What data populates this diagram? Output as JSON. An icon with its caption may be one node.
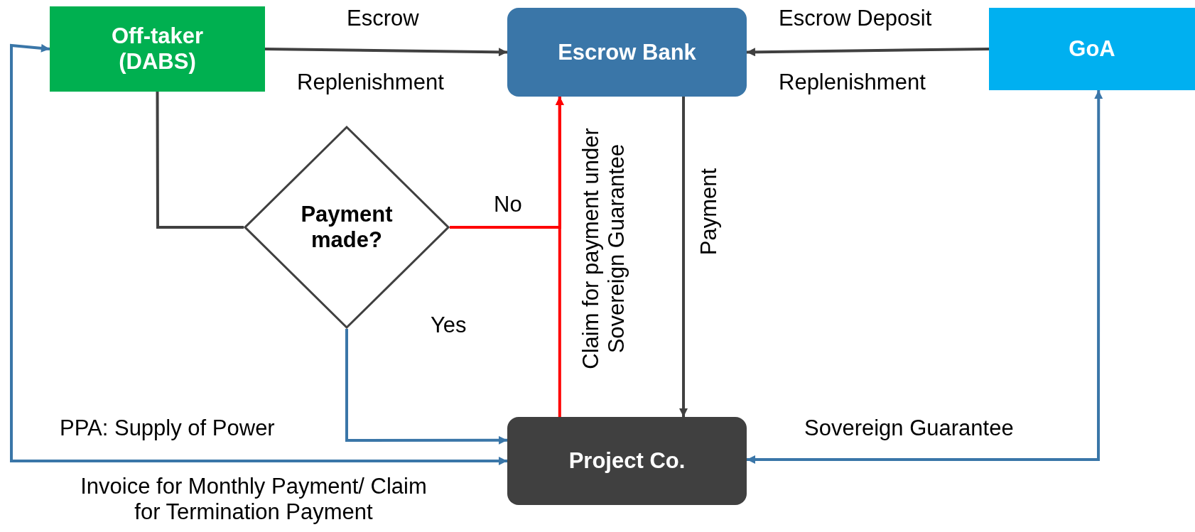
{
  "diagram": {
    "nodes": [
      {
        "text": [
          "Off-taker (DABS)"
        ]
      },
      {
        "text": [
          "Escrow Bank"
        ]
      },
      {
        "text": [
          "GoA"
        ]
      },
      {
        "text": [
          "Payment made?"
        ]
      },
      {
        "text": [
          "Project Co."
        ]
      }
    ],
    "edges": [
      {
        "from": 0,
        "to": 1,
        "arrow": "to"
      },
      {
        "from": 2,
        "to": 1,
        "arrow": "to"
      },
      {
        "from": 0,
        "to": 3,
        "arrow": "none"
      },
      {
        "from": 3,
        "to": 4,
        "arrow": "to",
        "label": "Yes",
        "color": "#3a76a8"
      },
      {
        "from": 3,
        "to": 1,
        "arrow": "to",
        "label": "No",
        "color": "#ff0000"
      },
      {
        "from": 4,
        "to": 1,
        "arrow": "to",
        "label": "Claim for payment under Sovereign Guarantee",
        "color": "#ff0000"
      },
      {
        "from": 1,
        "to": 4,
        "arrow": "to",
        "label": "Payment"
      },
      {
        "from": 4,
        "to": 2,
        "arrow": "both",
        "label": "Sovereign Guarantee",
        "color": "#3a76a8"
      },
      {
        "from": 0,
        "to": 4,
        "arrow": "both",
        "label": "PPA: Supply of Power",
        "color": "#3a76a8"
      }
    ],
    "labels": [
      "Escrow",
      "Replenishment",
      "Escrow Deposit",
      "Replenishment",
      "Invoice for Monthly Payment/ Claim for Termination Payment"
    ]
  }
}
